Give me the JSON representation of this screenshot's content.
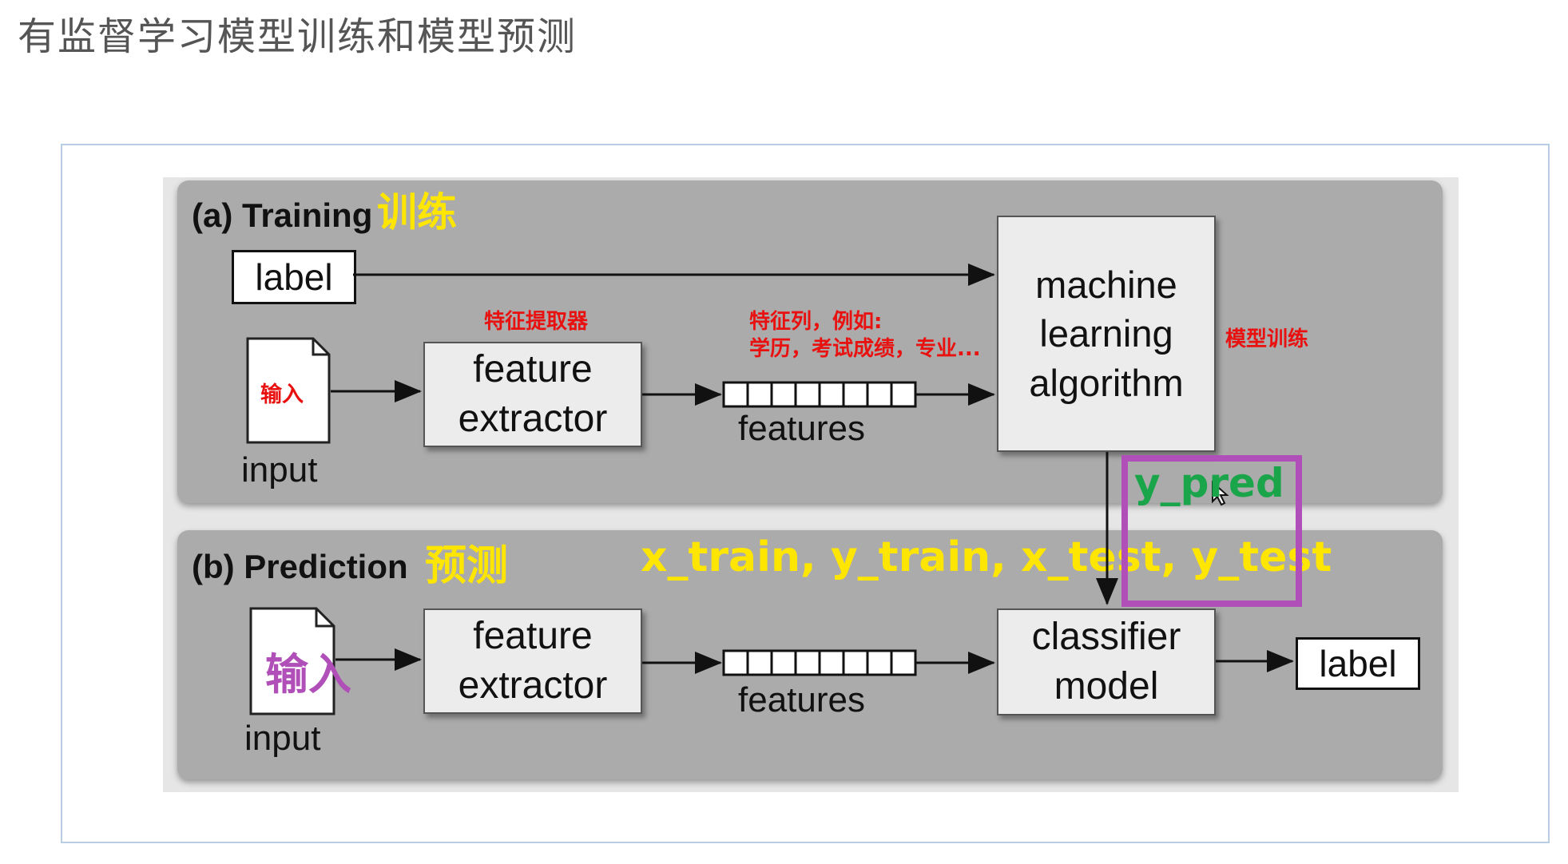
{
  "page": {
    "title": "有监督学习模型训练和模型预测"
  },
  "training": {
    "title": "(a) Training",
    "annotation": "训练",
    "label": "label",
    "input_doc_text": "输入",
    "input_caption": "input",
    "extractor_note": "特征提取器",
    "extractor": "feature\nextractor",
    "features_note_line1": "特征列，例如:",
    "features_note_line2": "学历，考试成绩，专业...",
    "features_caption": "features",
    "algorithm": "machine\nlearning\nalgorithm",
    "algorithm_note": "模型训练"
  },
  "prediction": {
    "title": "(b) Prediction",
    "annotation": "预测",
    "variables": "x_train, y_train, x_test, y_test",
    "y_pred": "y_pred",
    "input_doc_text": "输入",
    "input_caption": "input",
    "extractor": "feature\nextractor",
    "features_caption": "features",
    "classifier": "classifier\nmodel",
    "label": "label"
  },
  "colors": {
    "annotation_yellow": "#ffe600",
    "annotation_red": "#e8110f",
    "highlight_purple": "#b04fb8",
    "y_pred_green": "#1aa54a",
    "panel_gray": "#ababab",
    "box_gray": "#ececec"
  },
  "icons": [
    "document-icon",
    "arrow-icon",
    "mouse-cursor-icon"
  ]
}
